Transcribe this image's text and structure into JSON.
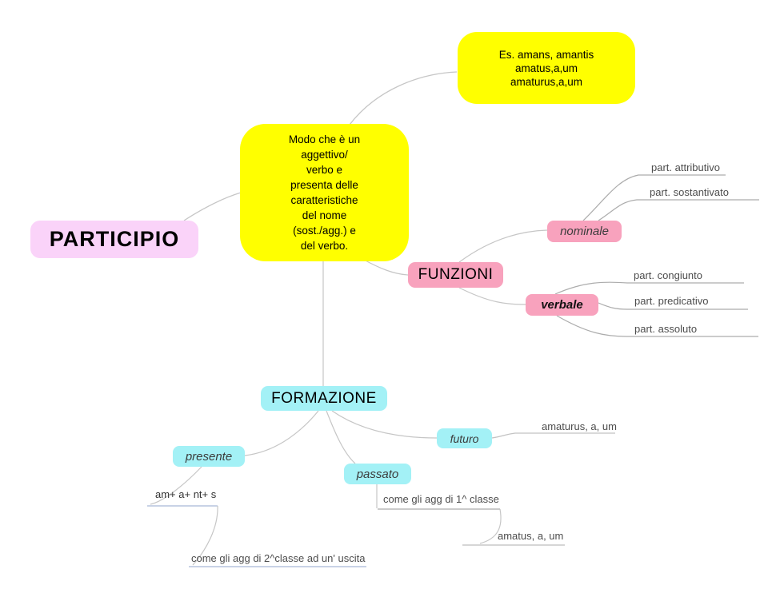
{
  "root": {
    "label": "PARTICIPIO"
  },
  "definition": {
    "text": "Modo che è un\naggettivo/\nverbo e\npresenta delle\ncaratteristiche\ndel nome\n(sost./agg.) e\ndel verbo."
  },
  "examples": {
    "text": "Es. amans, amantis\namatus,a,um\namaturus,a,um"
  },
  "funzioni": {
    "label": "FUNZIONI",
    "nominale": {
      "label": "nominale",
      "children": [
        "part. attributivo",
        "part. sostantivato"
      ]
    },
    "verbale": {
      "label": "verbale",
      "children": [
        "part. congiunto",
        "part. predicativo",
        "part. assoluto"
      ]
    }
  },
  "formazione": {
    "label": "FORMAZIONE",
    "presente": {
      "label": "presente",
      "formula": "am+ a+ nt+ s",
      "rule": "come gli agg di 2^classe ad un' uscita"
    },
    "passato": {
      "label": "passato",
      "rule": "come gli agg di 1^ classe",
      "example": "amatus, a, um"
    },
    "futuro": {
      "label": "futuro",
      "example": "amaturus, a, um"
    }
  },
  "colors": {
    "node_yellow": "#FFFF00",
    "node_pink": "#F8A2BD",
    "node_lilac": "#FAD3F9",
    "node_cyan": "#A3F1F6",
    "edge_gray": "#C6C6C6",
    "edge_blue": "#B6C3DE",
    "leaf_text": "#4D4D4D"
  }
}
